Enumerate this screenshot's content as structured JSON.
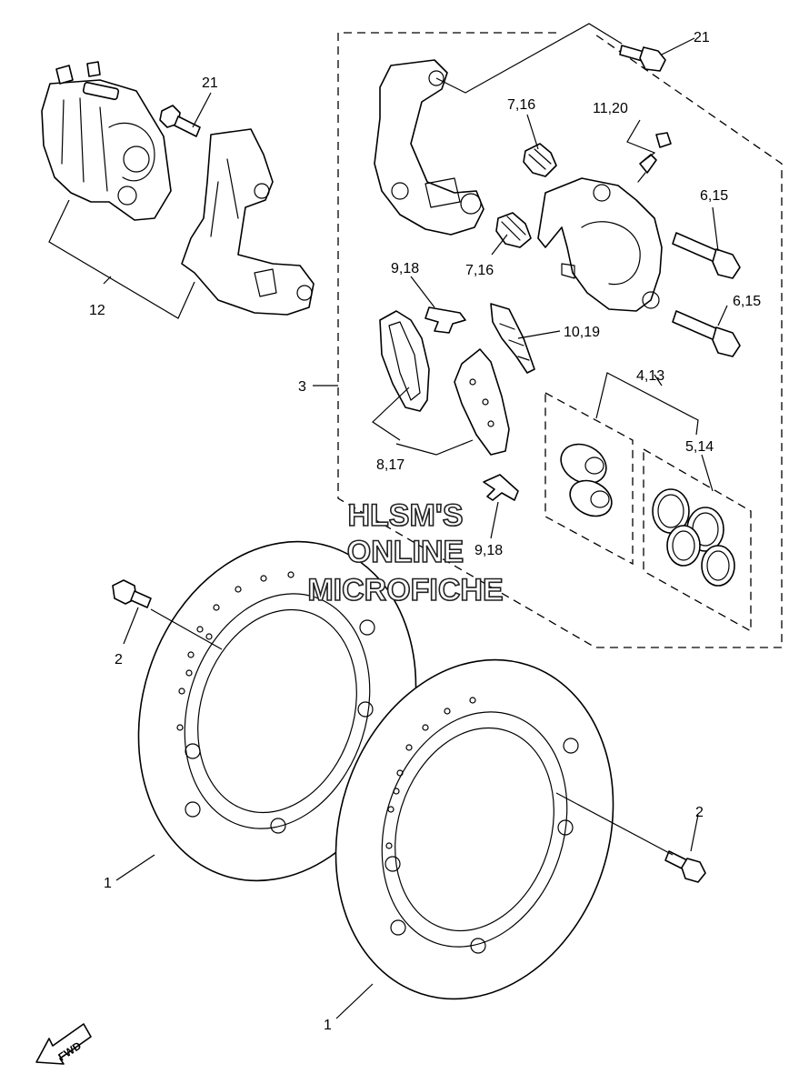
{
  "watermark": {
    "line1": "HLSM'S",
    "line2": "ONLINE",
    "line3": "MICROFICHE"
  },
  "callouts": {
    "c21a": "21",
    "c21b": "21",
    "c12": "12",
    "c3": "3",
    "c716a": "7,16",
    "c716b": "7,16",
    "c1120": "11,20",
    "c615a": "6,15",
    "c615b": "6,15",
    "c918a": "9,18",
    "c918b": "9,18",
    "c1019": "10,19",
    "c413": "4,13",
    "c514": "5,14",
    "c817": "8,17",
    "c2a": "2",
    "c2b": "2",
    "c1a": "1",
    "c1b": "1"
  },
  "fwd_label": "FWD",
  "colors": {
    "ink": "#000000",
    "paper": "#ffffff",
    "watermark_outline": "#222222"
  }
}
